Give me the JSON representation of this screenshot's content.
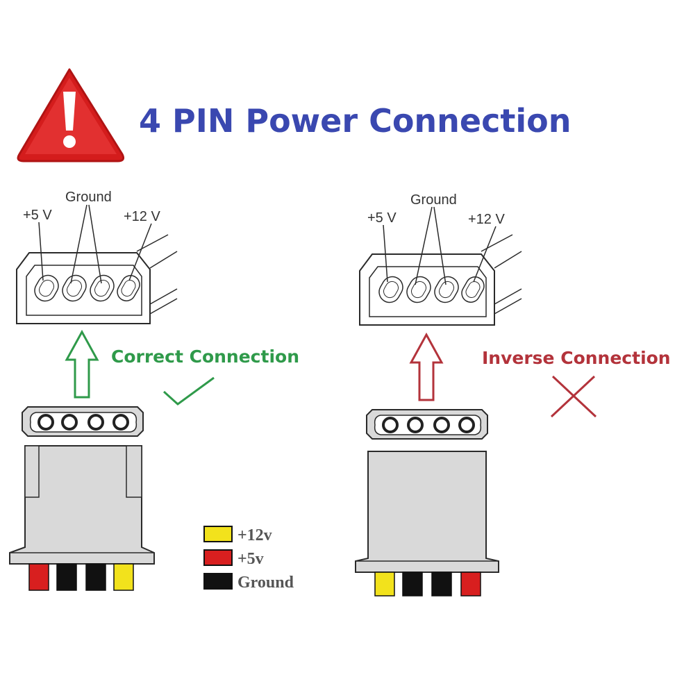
{
  "title": "4 PIN Power Connection",
  "colors": {
    "title": "#3a48b0",
    "warning_red": "#d41c1c",
    "correct": "#2f9a4a",
    "inverse": "#b3333b",
    "wire_yellow": "#f2e21c",
    "wire_red": "#d81f1f",
    "wire_black": "#111111",
    "connector_fill": "#d9d9d9",
    "outline": "#2a2a2a"
  },
  "left_socket": {
    "ground_label": "Ground",
    "plus5_label": "+5 V",
    "plus12_label": "+12 V"
  },
  "right_socket": {
    "ground_label": "Ground",
    "plus5_label": "+5 V",
    "plus12_label": "+12 V"
  },
  "correct_label": "Correct Connection",
  "inverse_label": "Inverse Connection",
  "left_plug_wires": [
    "wire_red",
    "wire_black",
    "wire_black",
    "wire_yellow"
  ],
  "right_plug_wires": [
    "wire_yellow",
    "wire_black",
    "wire_black",
    "wire_red"
  ],
  "legend": [
    {
      "label": "+12v",
      "color": "wire_yellow"
    },
    {
      "label": "+5v",
      "color": "wire_red"
    },
    {
      "label": "Ground",
      "color": "wire_black"
    }
  ],
  "icons": {
    "warning": "warning-triangle-icon",
    "check": "check-icon",
    "cross": "cross-icon"
  }
}
